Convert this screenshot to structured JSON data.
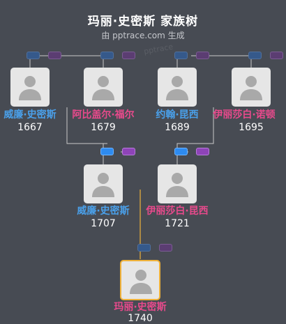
{
  "header": {
    "title": "玛丽·史密斯 家族树",
    "subtitle": "由 pptrace.com 生成",
    "watermark": "pptrace"
  },
  "people": {
    "gg1": {
      "name": "威廉·史密斯",
      "year": "1667",
      "gender": "male"
    },
    "gg2": {
      "name": "阿比盖尔·福尔",
      "year": "1679",
      "gender": "female"
    },
    "gg3": {
      "name": "约翰·昆西",
      "year": "1689",
      "gender": "male"
    },
    "gg4": {
      "name": "伊丽莎白·诺顿",
      "year": "1695",
      "gender": "female"
    },
    "g1": {
      "name": "威廉·史密斯",
      "year": "1707",
      "gender": "male"
    },
    "g2": {
      "name": "伊丽莎白·昆西",
      "year": "1721",
      "gender": "female"
    },
    "me": {
      "name": "玛丽·史密斯",
      "year": "1740",
      "gender": "female"
    }
  },
  "colors": {
    "background": "#474b53",
    "male": "#4aa0ea",
    "female": "#e84a8c",
    "connector": "#c8c8c8",
    "self_connector": "#f0b23a",
    "self_border": "#f0b23a"
  },
  "icons": [
    "person-silhouette-icon",
    "male-marker-icon",
    "female-marker-icon"
  ]
}
